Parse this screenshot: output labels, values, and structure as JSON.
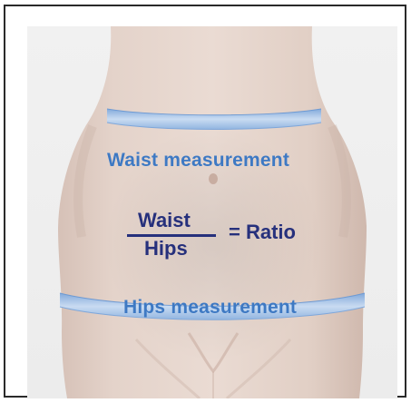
{
  "figure": {
    "waist_label": "Waist measurement",
    "hips_label": "Hips measurement",
    "formula": {
      "numerator": "Waist",
      "denominator": "Hips",
      "equals_ratio": "= Ratio"
    }
  },
  "colors": {
    "label_blue": "#3e79c3",
    "formula_navy": "#26307c",
    "tape_blue": "#a9c7eb",
    "skin": "#e5d4ca"
  },
  "icons": {
    "body": "torso-illustration",
    "waist_tape": "measuring-tape",
    "hips_tape": "measuring-tape"
  }
}
